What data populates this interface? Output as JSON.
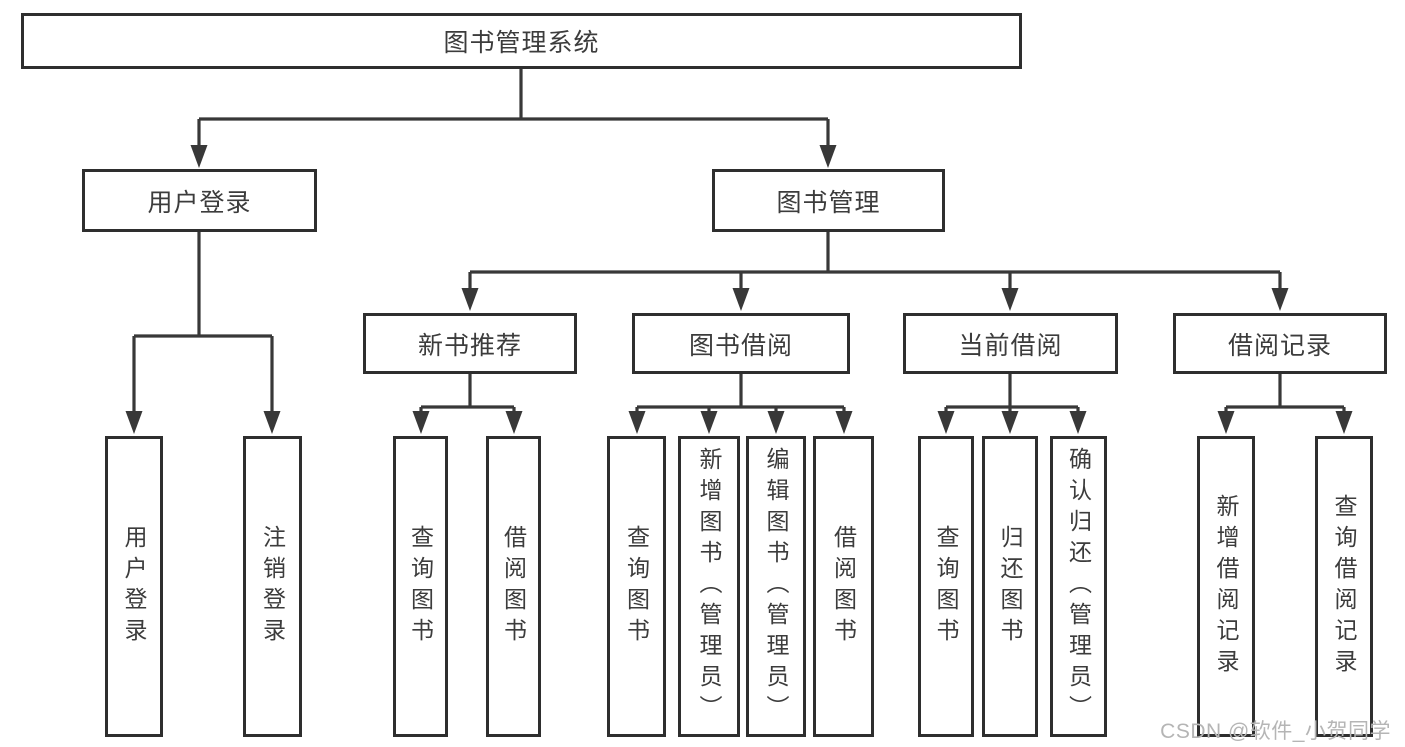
{
  "diagram": {
    "title": "图书管理系统",
    "root": {
      "label": "图书管理系统"
    },
    "branches": [
      {
        "id": "user-login",
        "label": "用户登录"
      },
      {
        "id": "book-management",
        "label": "图书管理"
      }
    ],
    "modules": [
      {
        "id": "new-book-recommend",
        "label": "新书推荐"
      },
      {
        "id": "book-borrow",
        "label": "图书借阅"
      },
      {
        "id": "current-borrow",
        "label": "当前借阅"
      },
      {
        "id": "borrow-records",
        "label": "借阅记录"
      }
    ],
    "leaves": [
      {
        "parent": "user-login",
        "label": "用户登录"
      },
      {
        "parent": "user-login",
        "label": "注销登录"
      },
      {
        "parent": "new-book-recommend",
        "label": "查询图书"
      },
      {
        "parent": "new-book-recommend",
        "label": "借阅图书"
      },
      {
        "parent": "book-borrow",
        "label": "查询图书"
      },
      {
        "parent": "book-borrow",
        "label": "新增图书（管理员）"
      },
      {
        "parent": "book-borrow",
        "label": "编辑图书（管理员）"
      },
      {
        "parent": "book-borrow",
        "label": "借阅图书"
      },
      {
        "parent": "current-borrow",
        "label": "查询图书"
      },
      {
        "parent": "current-borrow",
        "label": "归还图书"
      },
      {
        "parent": "current-borrow",
        "label": "确认归还（管理员）"
      },
      {
        "parent": "borrow-records",
        "label": "新增借阅记录"
      },
      {
        "parent": "borrow-records",
        "label": "查询借阅记录"
      }
    ],
    "colors": {
      "line": "#383838",
      "box_border": "#2e2e2e",
      "box_fill": "#ffffff",
      "text": "#3c3c3c",
      "background": "#ffffff",
      "watermark_text": "#b5b5b5"
    }
  },
  "watermark": {
    "text": "CSDN @软件_小贺同学"
  }
}
